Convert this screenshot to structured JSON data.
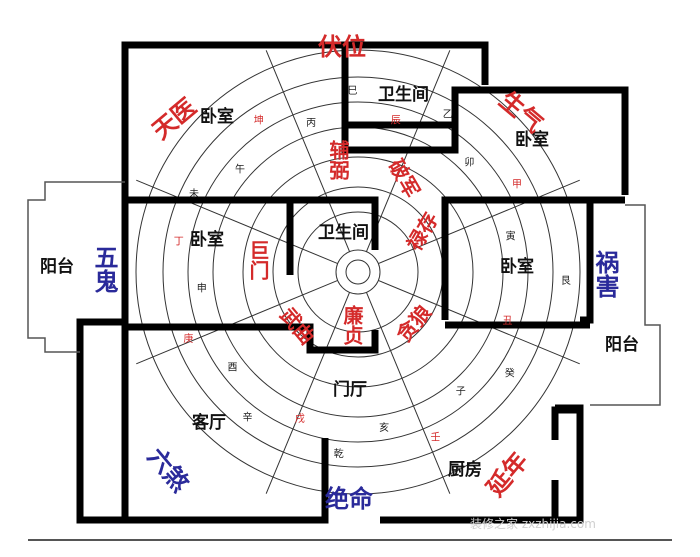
{
  "rooms": {
    "bedroom_nw": "卧室",
    "bedroom_ne": "卧室",
    "bedroom_e": "卧室",
    "bedroom_w": "卧室",
    "bathroom_top": "卫生间",
    "bathroom_center": "卫生间",
    "foyer": "门厅",
    "living_room": "客厅",
    "kitchen": "厨房",
    "balcony_w": "阳台",
    "balcony_e": "阳台"
  },
  "stars_outer": {
    "tianyi": "天医",
    "fuwei": "伏位",
    "shengqi": "生气",
    "huohai": "祸害",
    "yannian": "延年",
    "jueming": "绝命",
    "liusha": "六煞",
    "wugui": "五鬼"
  },
  "stars_inner": {
    "jumen": "巨门",
    "wuqu": "武曲",
    "lianzhen": "廉贞",
    "tanlang": "贪狼",
    "lucun": "禄存",
    "pojun": "破军",
    "zuofu": "辅弼"
  },
  "ring_chars": [
    "丁",
    "未",
    "午",
    "坤",
    "丙",
    "巳",
    "辰",
    "乙",
    "卯",
    "甲",
    "寅",
    "艮",
    "丑",
    "癸",
    "子",
    "壬",
    "亥",
    "乾",
    "戌",
    "辛",
    "酉",
    "庚",
    "申"
  ],
  "watermark": "装修之家 zxzhijia.com",
  "colors": {
    "good": "#d42a2a",
    "bad": "#2a2a9a",
    "wall": "#000000"
  }
}
